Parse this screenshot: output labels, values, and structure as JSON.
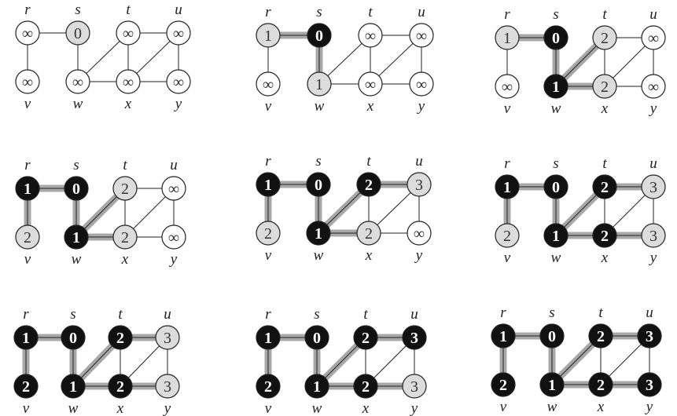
{
  "title": "Breadth-first search progression on an undirected graph",
  "vertices": [
    "r",
    "s",
    "t",
    "u",
    "v",
    "w",
    "x",
    "y"
  ],
  "edges": [
    [
      "r",
      "s"
    ],
    [
      "r",
      "v"
    ],
    [
      "s",
      "w"
    ],
    [
      "w",
      "t"
    ],
    [
      "w",
      "x"
    ],
    [
      "t",
      "x"
    ],
    [
      "t",
      "u"
    ],
    [
      "x",
      "u"
    ],
    [
      "x",
      "y"
    ],
    [
      "u",
      "y"
    ]
  ],
  "colors": {
    "white": "#ffffff",
    "gray": "#dcdcdc",
    "black": "#111111",
    "tree_edge": "#a8a8a8",
    "edge": "#222222"
  },
  "panels": [
    {
      "nodes": {
        "r": [
          "white",
          "∞"
        ],
        "s": [
          "gray",
          "0"
        ],
        "t": [
          "white",
          "∞"
        ],
        "u": [
          "white",
          "∞"
        ],
        "v": [
          "white",
          "∞"
        ],
        "w": [
          "white",
          "∞"
        ],
        "x": [
          "white",
          "∞"
        ],
        "y": [
          "white",
          "∞"
        ]
      },
      "tree": []
    },
    {
      "nodes": {
        "r": [
          "gray",
          "1"
        ],
        "s": [
          "black",
          "0"
        ],
        "t": [
          "white",
          "∞"
        ],
        "u": [
          "white",
          "∞"
        ],
        "v": [
          "white",
          "∞"
        ],
        "w": [
          "gray",
          "1"
        ],
        "x": [
          "white",
          "∞"
        ],
        "y": [
          "white",
          "∞"
        ]
      },
      "tree": [
        [
          "r",
          "s"
        ],
        [
          "s",
          "w"
        ]
      ]
    },
    {
      "nodes": {
        "r": [
          "gray",
          "1"
        ],
        "s": [
          "black",
          "0"
        ],
        "t": [
          "gray",
          "2"
        ],
        "u": [
          "white",
          "∞"
        ],
        "v": [
          "white",
          "∞"
        ],
        "w": [
          "black",
          "1"
        ],
        "x": [
          "gray",
          "2"
        ],
        "y": [
          "white",
          "∞"
        ]
      },
      "tree": [
        [
          "r",
          "s"
        ],
        [
          "s",
          "w"
        ],
        [
          "w",
          "t"
        ],
        [
          "w",
          "x"
        ]
      ]
    },
    {
      "nodes": {
        "r": [
          "black",
          "1"
        ],
        "s": [
          "black",
          "0"
        ],
        "t": [
          "gray",
          "2"
        ],
        "u": [
          "white",
          "∞"
        ],
        "v": [
          "gray",
          "2"
        ],
        "w": [
          "black",
          "1"
        ],
        "x": [
          "gray",
          "2"
        ],
        "y": [
          "white",
          "∞"
        ]
      },
      "tree": [
        [
          "r",
          "s"
        ],
        [
          "s",
          "w"
        ],
        [
          "w",
          "t"
        ],
        [
          "w",
          "x"
        ],
        [
          "r",
          "v"
        ]
      ]
    },
    {
      "nodes": {
        "r": [
          "black",
          "1"
        ],
        "s": [
          "black",
          "0"
        ],
        "t": [
          "black",
          "2"
        ],
        "u": [
          "gray",
          "3"
        ],
        "v": [
          "gray",
          "2"
        ],
        "w": [
          "black",
          "1"
        ],
        "x": [
          "gray",
          "2"
        ],
        "y": [
          "white",
          "∞"
        ]
      },
      "tree": [
        [
          "r",
          "s"
        ],
        [
          "s",
          "w"
        ],
        [
          "w",
          "t"
        ],
        [
          "w",
          "x"
        ],
        [
          "r",
          "v"
        ],
        [
          "t",
          "u"
        ]
      ]
    },
    {
      "nodes": {
        "r": [
          "black",
          "1"
        ],
        "s": [
          "black",
          "0"
        ],
        "t": [
          "black",
          "2"
        ],
        "u": [
          "gray",
          "3"
        ],
        "v": [
          "gray",
          "2"
        ],
        "w": [
          "black",
          "1"
        ],
        "x": [
          "black",
          "2"
        ],
        "y": [
          "gray",
          "3"
        ]
      },
      "tree": [
        [
          "r",
          "s"
        ],
        [
          "s",
          "w"
        ],
        [
          "w",
          "t"
        ],
        [
          "w",
          "x"
        ],
        [
          "r",
          "v"
        ],
        [
          "t",
          "u"
        ],
        [
          "x",
          "y"
        ]
      ]
    },
    {
      "nodes": {
        "r": [
          "black",
          "1"
        ],
        "s": [
          "black",
          "0"
        ],
        "t": [
          "black",
          "2"
        ],
        "u": [
          "gray",
          "3"
        ],
        "v": [
          "black",
          "2"
        ],
        "w": [
          "black",
          "1"
        ],
        "x": [
          "black",
          "2"
        ],
        "y": [
          "gray",
          "3"
        ]
      },
      "tree": [
        [
          "r",
          "s"
        ],
        [
          "s",
          "w"
        ],
        [
          "w",
          "t"
        ],
        [
          "w",
          "x"
        ],
        [
          "r",
          "v"
        ],
        [
          "t",
          "u"
        ],
        [
          "x",
          "y"
        ]
      ]
    },
    {
      "nodes": {
        "r": [
          "black",
          "1"
        ],
        "s": [
          "black",
          "0"
        ],
        "t": [
          "black",
          "2"
        ],
        "u": [
          "black",
          "3"
        ],
        "v": [
          "black",
          "2"
        ],
        "w": [
          "black",
          "1"
        ],
        "x": [
          "black",
          "2"
        ],
        "y": [
          "gray",
          "3"
        ]
      },
      "tree": [
        [
          "r",
          "s"
        ],
        [
          "s",
          "w"
        ],
        [
          "w",
          "t"
        ],
        [
          "w",
          "x"
        ],
        [
          "r",
          "v"
        ],
        [
          "t",
          "u"
        ],
        [
          "x",
          "y"
        ]
      ]
    },
    {
      "nodes": {
        "r": [
          "black",
          "1"
        ],
        "s": [
          "black",
          "0"
        ],
        "t": [
          "black",
          "2"
        ],
        "u": [
          "black",
          "3"
        ],
        "v": [
          "black",
          "2"
        ],
        "w": [
          "black",
          "1"
        ],
        "x": [
          "black",
          "2"
        ],
        "y": [
          "black",
          "3"
        ]
      },
      "tree": [
        [
          "r",
          "s"
        ],
        [
          "s",
          "w"
        ],
        [
          "w",
          "t"
        ],
        [
          "w",
          "x"
        ],
        [
          "r",
          "v"
        ],
        [
          "t",
          "u"
        ],
        [
          "x",
          "y"
        ]
      ]
    }
  ]
}
